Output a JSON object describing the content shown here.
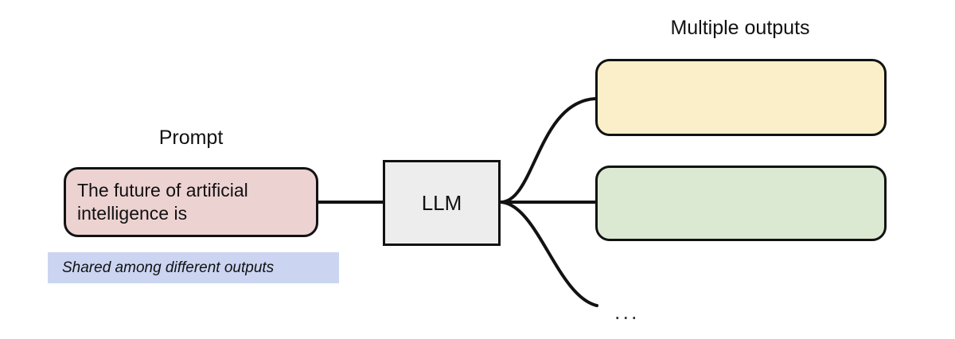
{
  "diagram": {
    "title_left": "Prompt",
    "title_right": "Multiple outputs",
    "prompt": {
      "text": "The future of artificial intelligence is",
      "fill": "#edd2d2",
      "stroke": "#121212"
    },
    "model": {
      "label": "LLM",
      "fill": "#ededed",
      "stroke": "#121212"
    },
    "outputs": [
      {
        "label": "",
        "fill": "#fbefc9",
        "stroke": "#121212"
      },
      {
        "label": "",
        "fill": "#dce9d2",
        "stroke": "#121212"
      }
    ],
    "more_outputs_indicator": "...",
    "shared_note": {
      "text": "Shared among different outputs",
      "fill": "#cbd5f2"
    },
    "edges": {
      "prompt_to_model": "straight",
      "model_to_outputs": "fan-out-curves",
      "count": 3
    }
  }
}
